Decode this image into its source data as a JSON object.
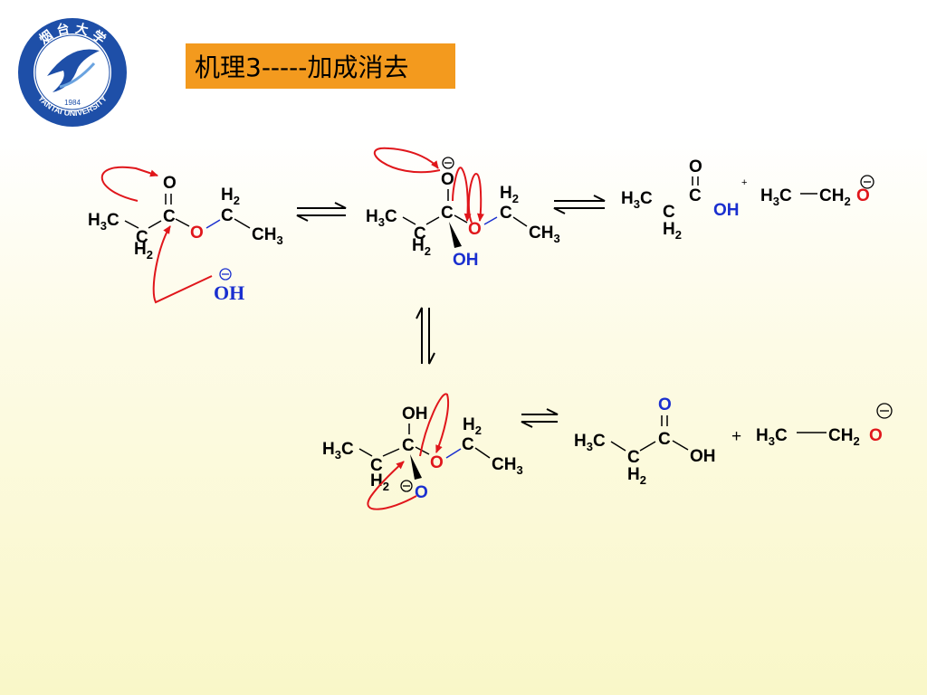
{
  "logo": {
    "icon": "yantai-university-seal",
    "text_top": "烟 台 大 学",
    "text_bottom": "YANTAI UNIVERSITY",
    "year": "1984",
    "color": "#1e4fa8"
  },
  "title": "机理3-----加成消去",
  "colors": {
    "title_bg": "#f39a1e",
    "arrow": "#e0161b",
    "oxygen_red": "#e0161b",
    "oxygen_blue": "#1a2fcf"
  },
  "labels": {
    "O": "O",
    "C": "C",
    "H3C": "H",
    "H2": "H",
    "CH3": "CH",
    "CH2": "CH",
    "OH": "OH",
    "OH_serif": "OH",
    "three": "3",
    "two": "2",
    "minus": "−",
    "plus": "+"
  }
}
